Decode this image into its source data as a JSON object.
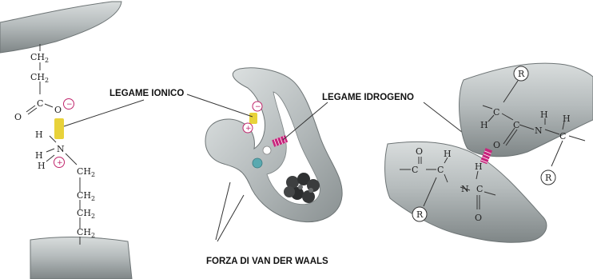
{
  "labels": {
    "ionic_bond": "LEGAME IONICO",
    "hydrogen_bond": "LEGAME IDROGENO",
    "van_der_waals": "FORZA DI VAN DER WAALS"
  },
  "left_chain": {
    "ch2_top_1": "CH",
    "ch2_top_2": "CH",
    "sub2": "2",
    "c": "C",
    "o_double": "O",
    "o_single": "O",
    "minus": "−",
    "h1": "H",
    "h2": "H",
    "h3": "H",
    "n": "N",
    "plus": "+",
    "ch2_b1": "CH",
    "ch2_b2": "CH",
    "ch2_b3": "CH",
    "ch2_b4": "CH"
  },
  "center": {
    "minus": "−",
    "plus": "+"
  },
  "right_diagram": {
    "r": "R",
    "c": "C",
    "h": "H",
    "n": "N",
    "o": "O"
  },
  "colors": {
    "strand": "#a9afb0",
    "strand_dark": "#7b8283",
    "ionic": "#e8d23a",
    "hydrogen": "#c8247c",
    "charge": "#c0246b"
  }
}
